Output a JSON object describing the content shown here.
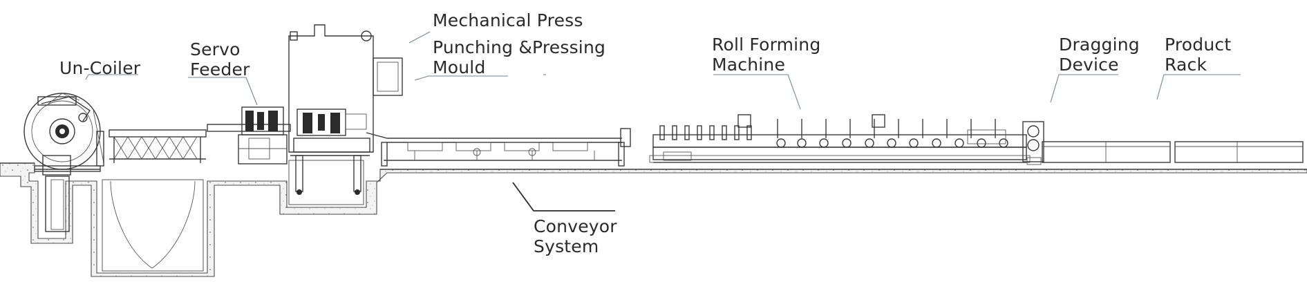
{
  "labels": {
    "mechanical_press": "Mechanical Press",
    "punching_line1": "Punching &Pressing",
    "punching_line2": "Mould",
    "roll_forming_line1": "Roll Forming",
    "roll_forming_line2": "Machine",
    "dragging_line1": "Dragging",
    "dragging_line2": "Device",
    "product_line1": "Product",
    "product_line2": "Rack",
    "servo_line1": "Servo",
    "servo_line2": "Feeder",
    "uncoiler": "Un-Coiler",
    "conveyor_line1": "Conveyor",
    "conveyor_line2": "System"
  }
}
